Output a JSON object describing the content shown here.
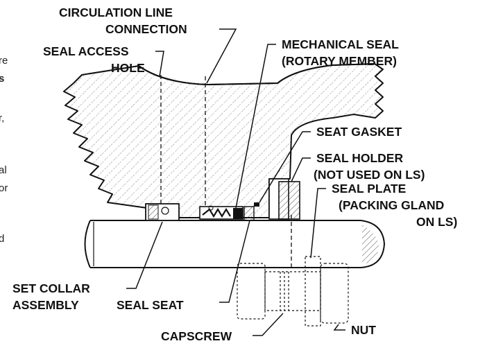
{
  "labels": {
    "circulation_line_1": "CIRCULATION LINE",
    "circulation_line_2": "CONNECTION",
    "seal_access_1": "SEAL ACCESS",
    "seal_access_2": "HOLE",
    "mech_seal_1": "MECHANICAL SEAL",
    "mech_seal_2": "(ROTARY MEMBER)",
    "seat_gasket": "SEAT GASKET",
    "seal_holder_1": "SEAL HOLDER",
    "seal_holder_2": "(NOT USED ON LS)",
    "seal_plate_1": "SEAL PLATE",
    "seal_plate_2": "(PACKING GLAND",
    "seal_plate_3": "ON LS)",
    "set_collar_1": "SET COLLAR",
    "set_collar_2": "ASSEMBLY",
    "seal_seat": "SEAL SEAT",
    "nut": "NUT",
    "capscrew": "CAPSCREW"
  },
  "margin_text": {
    "line1": "re",
    "line2": "s",
    "line3": "r,",
    "line4": "al",
    "line5": "or",
    "line6": "d"
  },
  "colors": {
    "ink": "#111111",
    "background": "#ffffff"
  }
}
